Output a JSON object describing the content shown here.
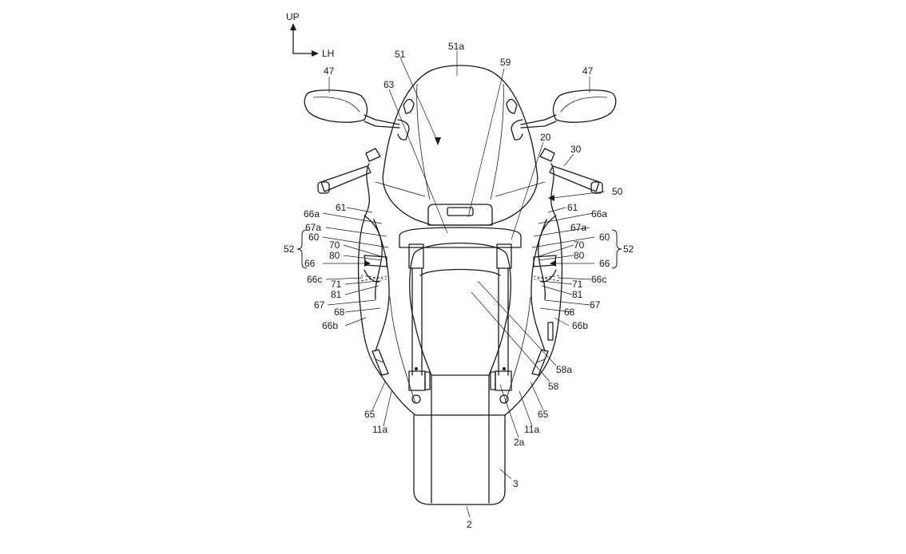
{
  "direction": {
    "up": "UP",
    "lh": "LH"
  },
  "labels": {
    "l_51a": "51a",
    "l_51": "51",
    "l_59": "59",
    "l_47l": "47",
    "l_47r": "47",
    "l_63": "63",
    "l_20": "20",
    "l_30": "30",
    "l_50": "50",
    "l_61l": "61",
    "l_61r": "61",
    "l_66al": "66a",
    "l_66ar": "66a",
    "l_67al": "67a",
    "l_67ar": "67a",
    "l_60l": "60",
    "l_60r": "60",
    "l_52l": "52",
    "l_52r": "52",
    "l_70l": "70",
    "l_70r": "70",
    "l_80l": "80",
    "l_80r": "80",
    "l_66l": "66",
    "l_66r": "66",
    "l_66cl": "66c",
    "l_66cr": "66c",
    "l_71l": "71",
    "l_71r": "71",
    "l_81l": "81",
    "l_81r": "81",
    "l_67l": "67",
    "l_67r": "67",
    "l_68l": "68",
    "l_68r": "68",
    "l_66bl": "66b",
    "l_66br": "66b",
    "l_58a": "58a",
    "l_58": "58",
    "l_65l": "65",
    "l_65r": "65",
    "l_11al": "11a",
    "l_11ar": "11a",
    "l_2a": "2a",
    "l_3": "3",
    "l_2": "2"
  }
}
